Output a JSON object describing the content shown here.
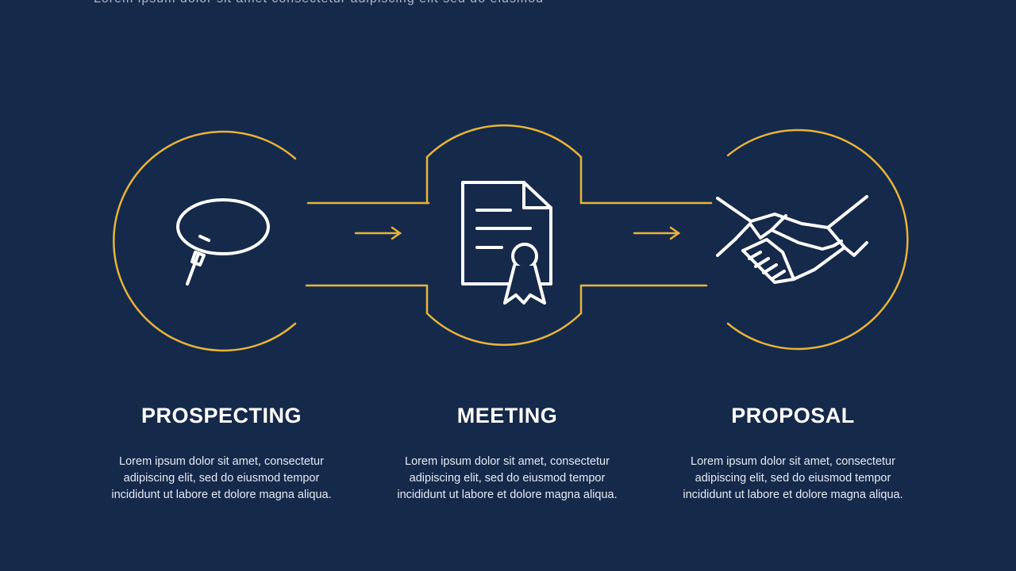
{
  "header": {
    "partial_text": "Lorem ipsum dolor sit amet consectetur adipiscing elit sed do eiusmod"
  },
  "colors": {
    "background": "#15294a",
    "accent": "#e7b43a",
    "icon": "#ffffff"
  },
  "steps": [
    {
      "title": "PROSPECTING",
      "icon": "magnifying-glass-icon",
      "description": "Lorem ipsum dolor sit amet, consectetur adipiscing elit, sed do eiusmod tempor incididunt ut labore et dolore magna aliqua."
    },
    {
      "title": "MEETING",
      "icon": "certificate-document-icon",
      "description": "Lorem ipsum dolor sit amet, consectetur adipiscing elit, sed do eiusmod tempor incididunt ut labore et dolore magna aliqua."
    },
    {
      "title": "PROPOSAL",
      "icon": "handshake-icon",
      "description": "Lorem ipsum dolor sit amet, consectetur adipiscing elit, sed do eiusmod tempor incididunt ut labore et dolore magna aliqua."
    }
  ]
}
